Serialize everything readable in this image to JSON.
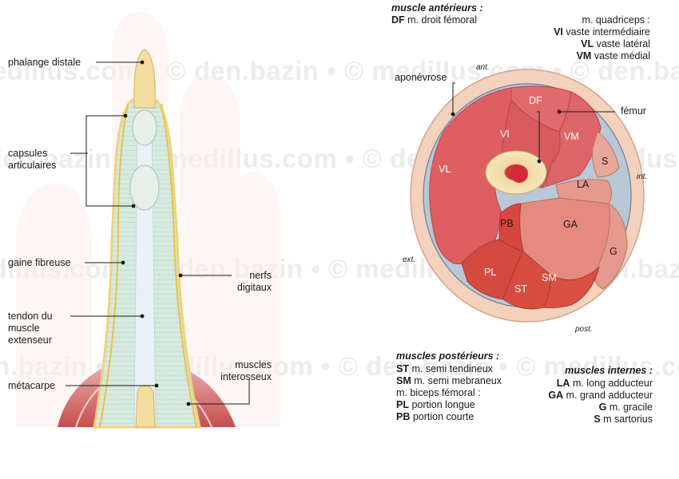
{
  "watermark": {
    "text": "medillus.com • © den.bazin • © medillus.com • © den.bazin • © medillus.com"
  },
  "finger": {
    "labels": {
      "phalange_distale": "phalange distale",
      "capsules_line1": "capsules",
      "capsules_line2": "articulaires",
      "gaine_fibreuse": "gaine fibreuse",
      "tendon_line1": "tendon du",
      "tendon_line2": "muscle",
      "tendon_line3": "extenseur",
      "metacarpe": "métacarpe",
      "nerfs_line1": "nerfs",
      "nerfs_line2": "digitaux",
      "muscles_line1": "muscles",
      "muscles_line2": "interosseux"
    }
  },
  "thigh": {
    "orientation": {
      "ant": "ant.",
      "int": "int.",
      "ext": "ext.",
      "post": "post."
    },
    "labels": {
      "aponevrose": "aponévrose",
      "femur": "fémur"
    },
    "muscles": {
      "DF": "DF",
      "VI": "VI",
      "VM": "VM",
      "VL": "VL",
      "S": "S",
      "LA": "LA",
      "GA": "GA",
      "G": "G",
      "PB": "PB",
      "PL": "PL",
      "ST": "ST",
      "SM": "SM"
    }
  },
  "legend": {
    "anterior": {
      "title": "muscle antérieurs :",
      "df": {
        "abbr": "DF",
        "text": "m. droit fémoral"
      },
      "quad_title": "m. quadriceps :",
      "items": [
        {
          "abbr": "VI",
          "text": "vaste intermédiaire"
        },
        {
          "abbr": "VL",
          "text": "vaste latéral"
        },
        {
          "abbr": "VM",
          "text": "vaste médial"
        }
      ]
    },
    "posterior": {
      "title": "muscles postérieurs :",
      "st": {
        "abbr": "ST",
        "text": "m. semi tendineux"
      },
      "sm": {
        "abbr": "SM",
        "text": "m. semi mebraneux"
      },
      "biceps_title": "m. biceps fémoral :",
      "pl": {
        "abbr": "PL",
        "text": "portion longue"
      },
      "pb": {
        "abbr": "PB",
        "text": "portion courte"
      }
    },
    "internal": {
      "title": "muscles internes :",
      "items": [
        {
          "abbr": "LA",
          "text": "m. long adducteur"
        },
        {
          "abbr": "GA",
          "text": "m. grand adducteur"
        },
        {
          "abbr": "G",
          "text": "m. gracile"
        },
        {
          "abbr": "S",
          "text": "m sartorius"
        }
      ]
    }
  }
}
